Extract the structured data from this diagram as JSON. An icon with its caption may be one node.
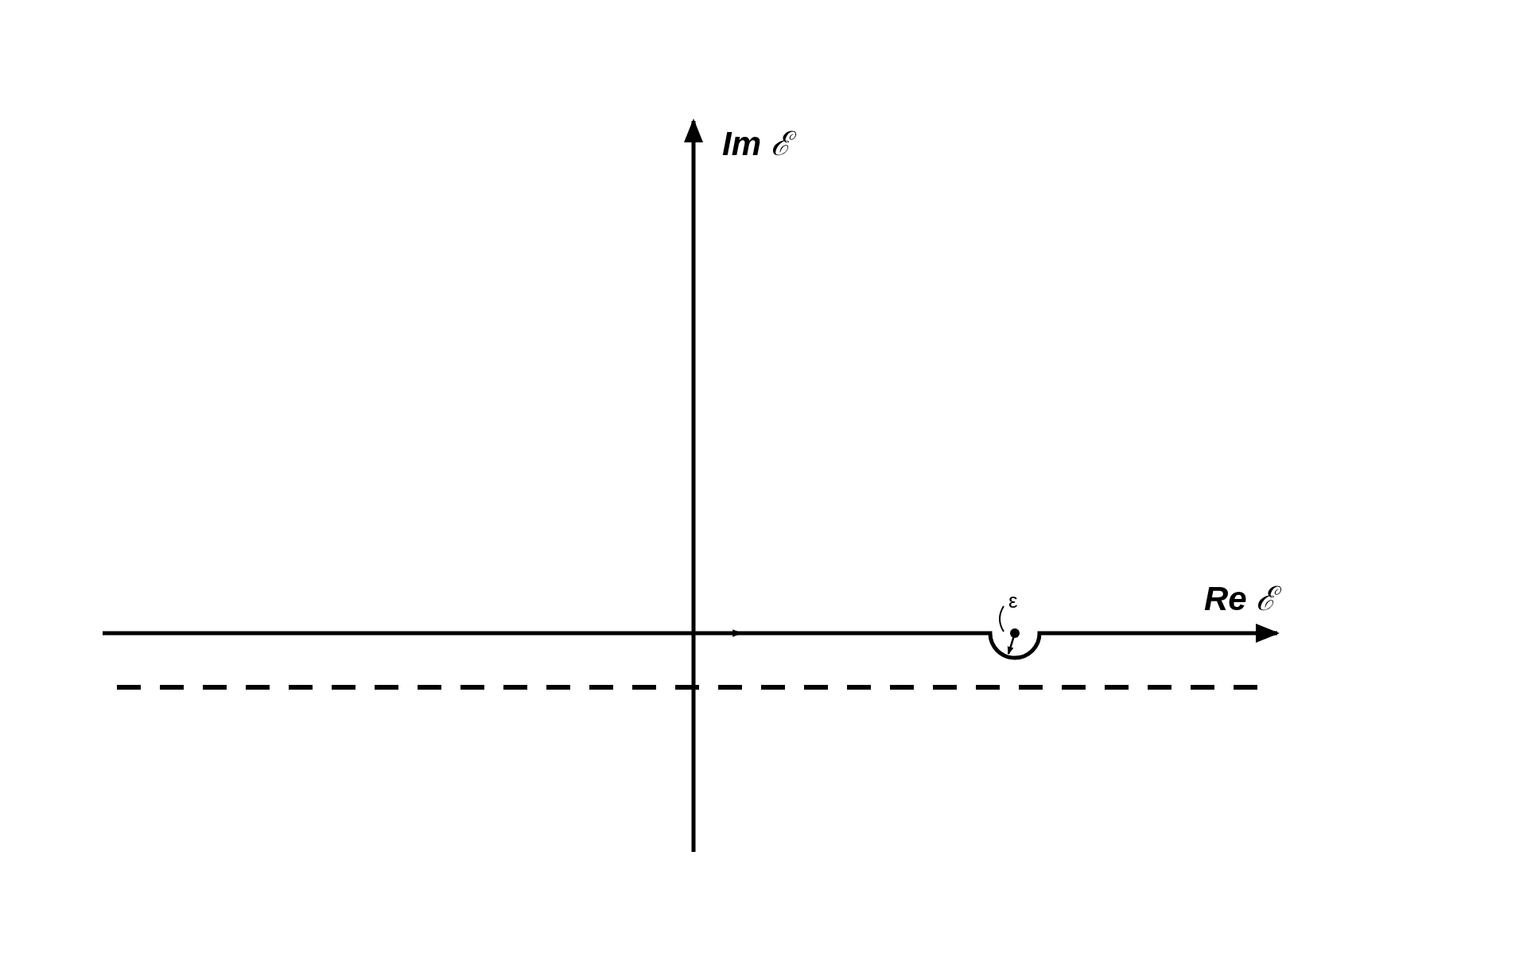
{
  "diagram": {
    "labels": [
      "**Im** ℰ",
      "**Re** ℰ",
      "ε"
    ]
  }
}
